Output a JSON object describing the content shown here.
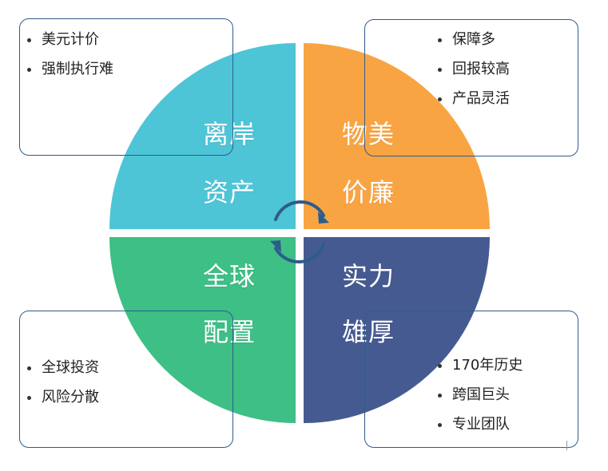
{
  "quadrants": [
    {
      "id": "top-left",
      "line1": "离岸",
      "line2": "资产",
      "color": "#4dc5d6"
    },
    {
      "id": "top-right",
      "line1": "物美",
      "line2": "价廉",
      "color": "#f9a443"
    },
    {
      "id": "bottom-left",
      "line1": "全球",
      "line2": "配置",
      "color": "#3dbf85"
    },
    {
      "id": "bottom-right",
      "line1": "实力",
      "line2": "雄厚",
      "color": "#465a92"
    }
  ],
  "boxes": {
    "top_left": {
      "items": [
        "美元计价",
        "强制执行难"
      ]
    },
    "top_right": {
      "items": [
        "保障多",
        "回报较高",
        "产品灵活"
      ]
    },
    "bottom_left": {
      "items": [
        "全球投资",
        "风险分散"
      ]
    },
    "bottom_right": {
      "items": [
        "170年历史",
        "跨国巨头",
        "专业团队"
      ]
    }
  },
  "colors": {
    "box_border": "#2e5c8a",
    "arrow": "#2e5c8a"
  }
}
